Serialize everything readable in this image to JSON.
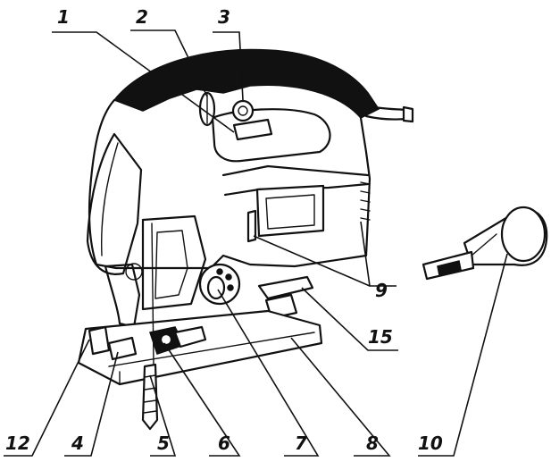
{
  "callouts": [
    {
      "id": "1",
      "label": "1"
    },
    {
      "id": "2",
      "label": "2"
    },
    {
      "id": "3",
      "label": "3"
    },
    {
      "id": "4",
      "label": "4"
    },
    {
      "id": "5",
      "label": "5"
    },
    {
      "id": "6",
      "label": "6"
    },
    {
      "id": "7",
      "label": "7"
    },
    {
      "id": "8",
      "label": "8"
    },
    {
      "id": "9",
      "label": "9"
    },
    {
      "id": "10",
      "label": "10"
    },
    {
      "id": "12",
      "label": "12"
    },
    {
      "id": "15",
      "label": "15"
    }
  ],
  "colors": {
    "ink": "#111111",
    "paper": "#ffffff"
  }
}
